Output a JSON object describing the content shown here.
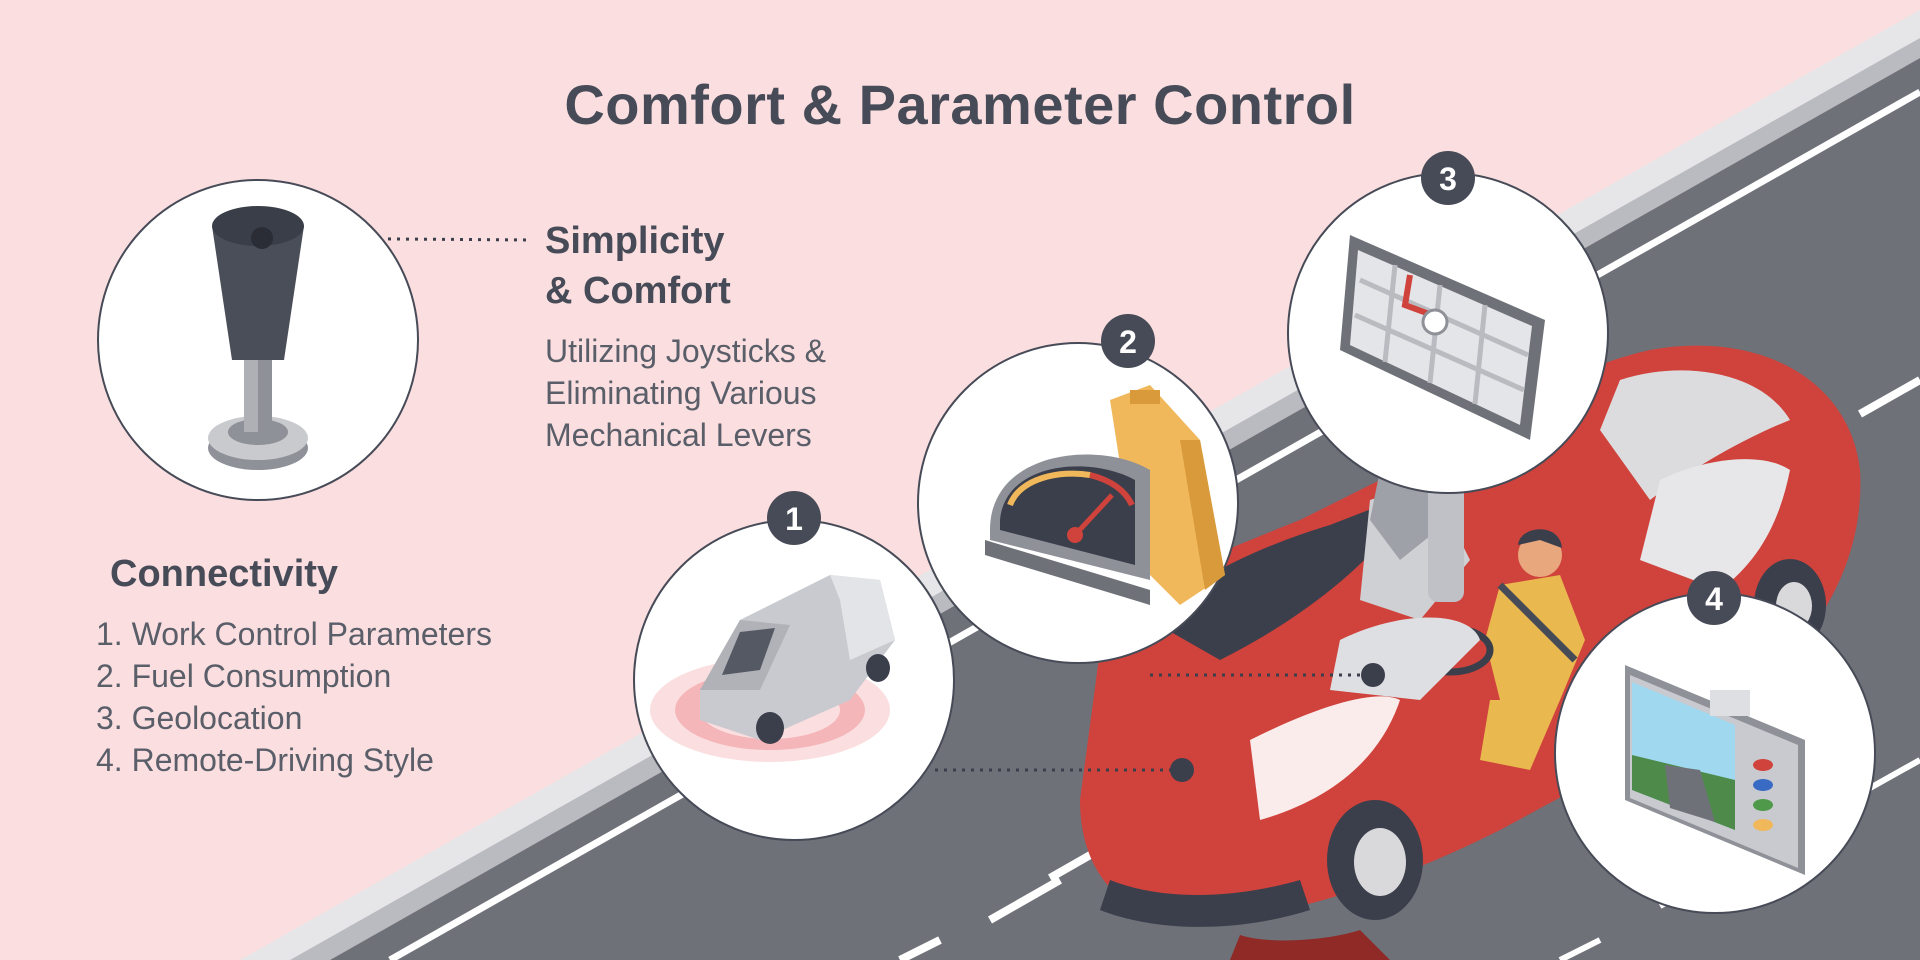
{
  "title": "Comfort & Parameter Control",
  "simplicity": {
    "heading_line1": "Simplicity",
    "heading_line2": "& Comfort",
    "body_line1": "Utilizing Joysticks &",
    "body_line2": "Eliminating Various",
    "body_line3": "Mechanical Levers"
  },
  "connectivity": {
    "heading": "Connectivity",
    "items": [
      "1. Work Control Parameters",
      "2. Fuel Consumption",
      "3. Geolocation",
      "4. Remote-Driving Style"
    ]
  },
  "badges": [
    "1",
    "2",
    "3",
    "4"
  ],
  "icons": {
    "joystick": "joystick-icon",
    "van": "van-with-signal-icon",
    "gauge_fuel": "speedometer-and-fuel-can-icon",
    "map": "navigation-map-tablet-icon",
    "monitor": "driving-camera-monitor-icon",
    "car": "red-car-with-driver-illustration"
  },
  "colors": {
    "background": "#fbdfe0",
    "road": "#6f7178",
    "text": "#474b57",
    "car_red": "#d0423c",
    "fuel_yellow": "#f0b85a"
  }
}
